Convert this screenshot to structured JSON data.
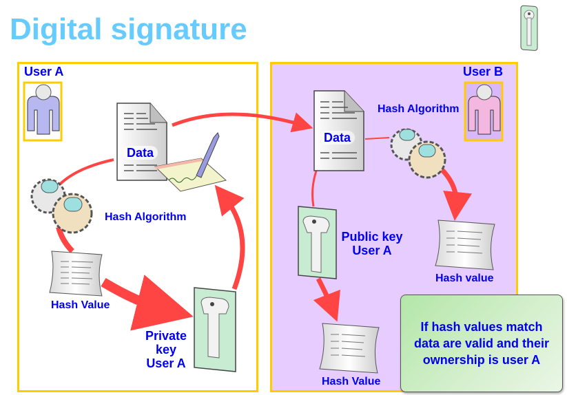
{
  "title": "Digital signature",
  "colors": {
    "title": "#66ccff",
    "label": "#0000ee",
    "frame": "#ffcc00",
    "panel_b_bg": "#e6ccff",
    "arrow": "#ff4444",
    "key_card": "#c8ecd2",
    "user_a": "#b8b8f0",
    "user_b": "#f4b8e0"
  },
  "corner_icon": "key-card-icon",
  "sender": {
    "heading": "User A",
    "avatar_icon": "user-icon",
    "data_label": "Data",
    "data_icon": "document-icon",
    "signature_icon": "signed-paper-pen-icon",
    "hash_algorithm_label": "Hash Algorithm",
    "hash_algorithm_icon": "gears-icon",
    "hash_value_label": "Hash Value",
    "hash_value_icon": "scroll-icon",
    "private_key_label": [
      "Private",
      "key",
      "User A"
    ],
    "private_key_icon": "key-card-icon"
  },
  "receiver": {
    "heading": "User B",
    "avatar_icon": "user-icon",
    "data_label": "Data",
    "data_icon": "document-icon",
    "hash_algorithm_label": "Hash Algorithm",
    "hash_algorithm_icon": "gears-icon",
    "computed_hash_label": "Hash value",
    "public_key_label": [
      "Public key",
      "User A"
    ],
    "public_key_icon": "key-card-icon",
    "decrypted_hash_label": "Hash Value"
  },
  "conclusion": {
    "lines": [
      "If hash values match",
      "data are valid and their",
      "ownership is user A"
    ]
  }
}
